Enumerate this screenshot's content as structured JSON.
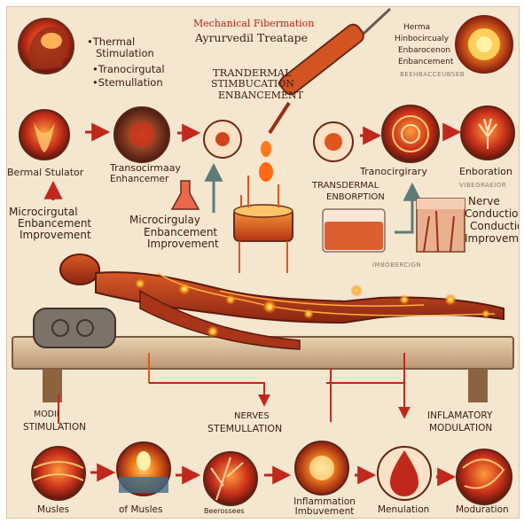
{
  "header": {
    "title_line1": "Mechanical Fibermation",
    "title_line2": "Ayrurvedil Treatape",
    "top_right": [
      "Herma",
      "Hinbocircualy",
      "Enbarocenon",
      "Enbancement"
    ],
    "top_right_faint": "BEEHBACCEUBSEB"
  },
  "top_left_list": [
    "Thermal",
    "Stimulation",
    "Tranocirgutal",
    "Stemullation"
  ],
  "top_center_label": [
    "Trandermal",
    "Stimbucation",
    "Enbancement"
  ],
  "row2_labels": {
    "dermal": "Bermal Stulator",
    "transcirc": [
      "Transocirmaay",
      "Enhancemer"
    ],
    "micro_left": [
      "Microcirgutal",
      "Enbancement",
      "Improvement"
    ],
    "micro_center": [
      "Microcirgulay",
      "Enbancement",
      "Improvement"
    ],
    "transdermal": [
      "Transdermal",
      "Enborption"
    ],
    "transcirc_right": "Tranocirgirary",
    "enboration": "Enboration",
    "nerve": [
      "Nerve",
      "Conductio",
      "Conductio",
      "Improvemer"
    ],
    "right_faint": "VIBEGRAEIOR",
    "mid_faint": "IMBOBERCIGN"
  },
  "bottom_labels": {
    "modi": [
      "MODII",
      "STIMULATION"
    ],
    "nerves": [
      "NERVES",
      "STEMULLATION"
    ],
    "inflammatory": [
      "INFLAMATORY",
      "MODULATION"
    ]
  },
  "bottom_captions": [
    "Musles",
    "of Musles",
    "Beerossees",
    "Inflammation Imbuvement",
    "Menulation",
    "Moduration"
  ],
  "colors": {
    "background": "#f4e6cf",
    "accent": "#c0281c",
    "glow": "#ff8a1a",
    "body": "#b8401c",
    "ink": "#3a1c10"
  }
}
